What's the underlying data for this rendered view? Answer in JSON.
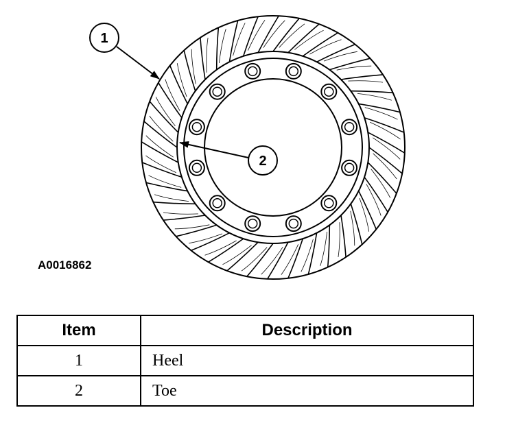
{
  "figure": {
    "callouts": [
      {
        "label": "1"
      },
      {
        "label": "2"
      }
    ],
    "figure_id": "A0016862",
    "gear": {
      "teeth": 40,
      "bolt_holes": 12
    }
  },
  "legend_table": {
    "headers": {
      "item": "Item",
      "description": "Description"
    },
    "rows": [
      {
        "item": "1",
        "description": "Heel"
      },
      {
        "item": "2",
        "description": "Toe"
      }
    ]
  }
}
